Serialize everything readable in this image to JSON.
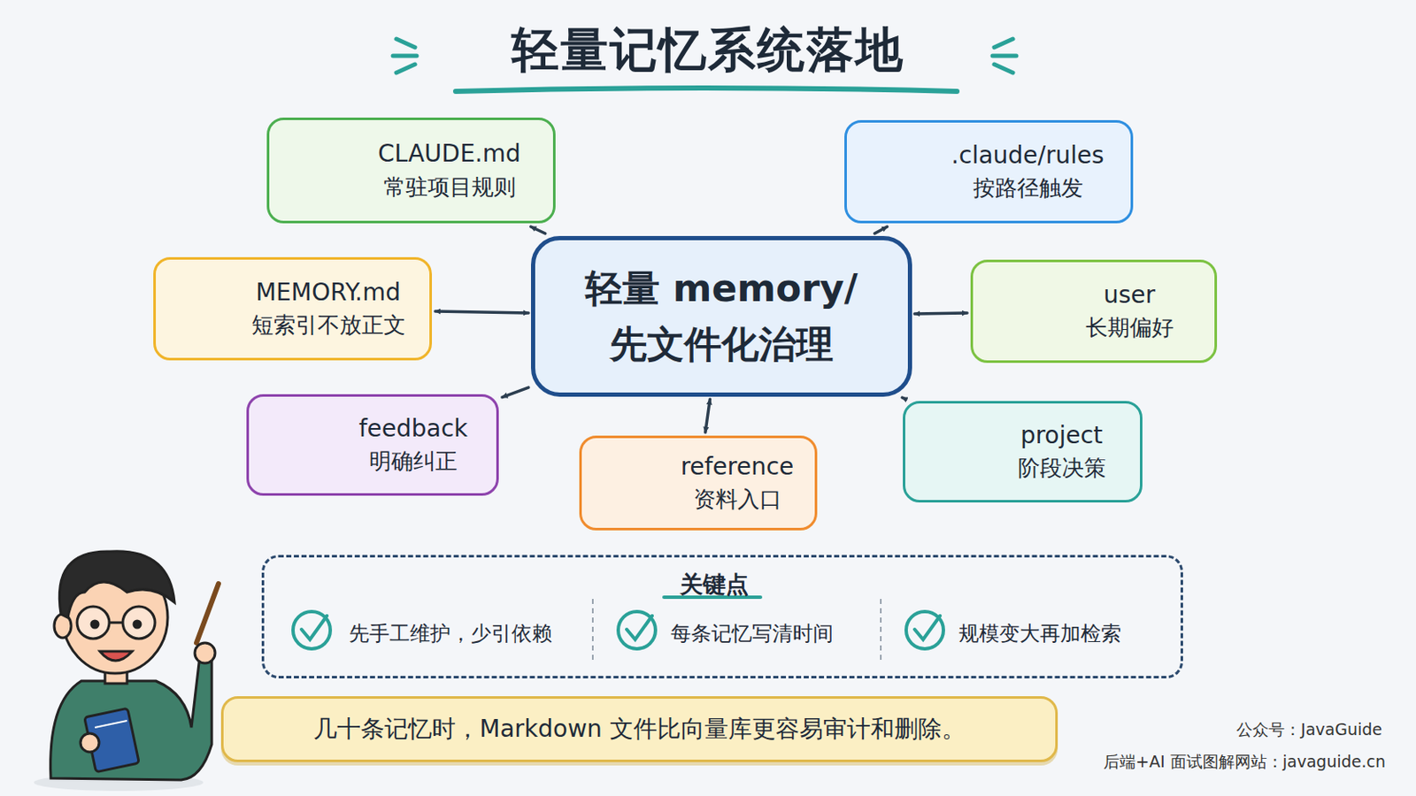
{
  "diagram": {
    "title": "轻量记忆系统落地",
    "nodes": [
      {
        "text": [
          "CLAUDE.md",
          "常驻项目规则"
        ]
      },
      {
        "text": [
          ".claude/rules",
          "按路径触发"
        ]
      },
      {
        "text": [
          "MEMORY.md",
          "短索引不放正文"
        ]
      },
      {
        "text": [
          "轻量 memory/ 先文件化治理"
        ]
      },
      {
        "text": [
          "user",
          "长期偏好"
        ]
      },
      {
        "text": [
          "feedback",
          "明确纠正"
        ]
      },
      {
        "text": [
          "reference",
          "资料入口"
        ]
      },
      {
        "text": [
          "project",
          "阶段决策"
        ]
      },
      {
        "text": [
          "关键点",
          "先手工维护，少引依赖",
          "每条记忆写清时间",
          "规模变大再加检索"
        ]
      },
      {
        "text": [
          "几十条记忆时，Markdown 文件比向量库更容易审计和删除。"
        ]
      }
    ],
    "edges": [
      {
        "from": 3,
        "to": 0,
        "arrow": "to"
      },
      {
        "from": 3,
        "to": 1,
        "arrow": "to"
      },
      {
        "from": 3,
        "to": 2,
        "arrow": "both"
      },
      {
        "from": 3,
        "to": 4,
        "arrow": "both"
      },
      {
        "from": 3,
        "to": 5,
        "arrow": "to"
      },
      {
        "from": 3,
        "to": 6,
        "arrow": "both"
      },
      {
        "from": 3,
        "to": 7,
        "arrow": "to"
      }
    ],
    "labels": [
      "公众号：JavaGuide",
      "后端+AI 面试图解网站：javaguide.cn"
    ]
  }
}
